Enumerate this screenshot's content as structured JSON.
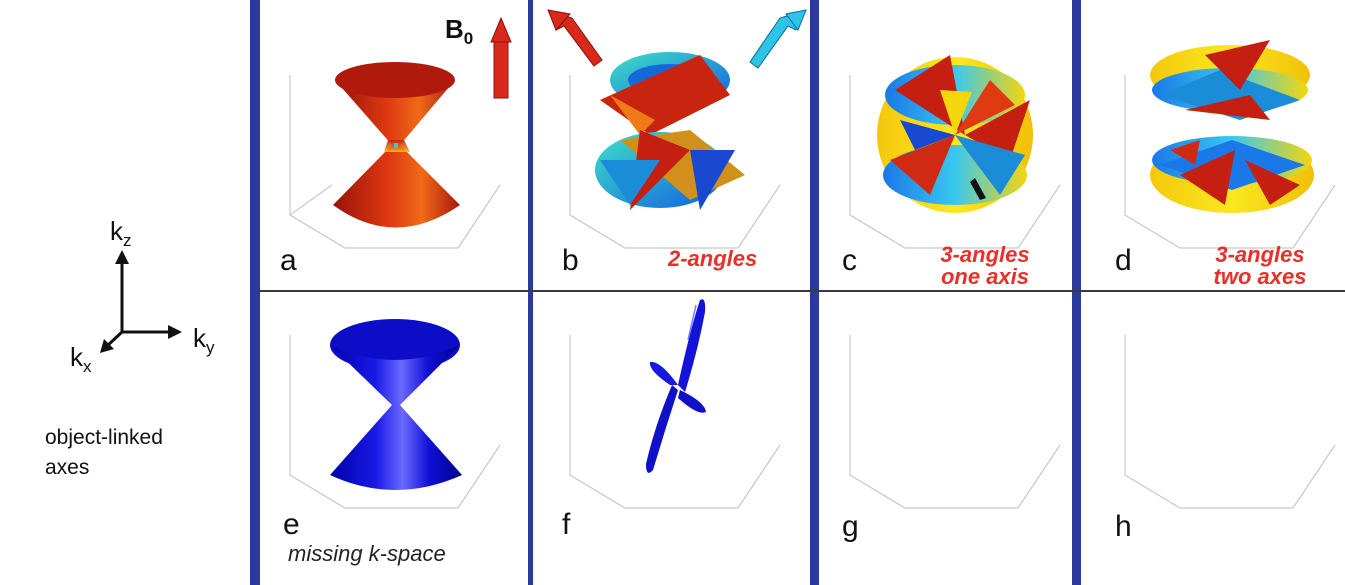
{
  "left": {
    "axis_labels": {
      "kz": "k",
      "kz_sub": "z",
      "ky": "k",
      "ky_sub": "y",
      "kx": "k",
      "kx_sub": "x"
    },
    "caption_line1": "object-linked",
    "caption_line2": "axes"
  },
  "field_label": {
    "text": "B",
    "sub": "0"
  },
  "panels": [
    {
      "letter": "a",
      "caption": ""
    },
    {
      "letter": "b",
      "caption": "2-angles"
    },
    {
      "letter": "c",
      "caption_line1": "3-angles",
      "caption_line2": "one axis"
    },
    {
      "letter": "d",
      "caption_line1": "3-angles",
      "caption_line2": "two axes"
    },
    {
      "letter": "e",
      "caption": "missing k-space"
    },
    {
      "letter": "f",
      "caption": ""
    },
    {
      "letter": "g",
      "caption": ""
    },
    {
      "letter": "h",
      "caption": ""
    }
  ],
  "colors": {
    "divider": "#2b3b9c",
    "caption_red": "#e8302a",
    "surface_red": "#c8241a",
    "surface_blue": "#1e90e0",
    "surface_yellow": "#f4d60c",
    "surface_cyan": "#3fd6c8",
    "cone_blue": "#1010d8",
    "arrow_red": "#d8291c",
    "arrow_cyan": "#2ec4e8"
  }
}
